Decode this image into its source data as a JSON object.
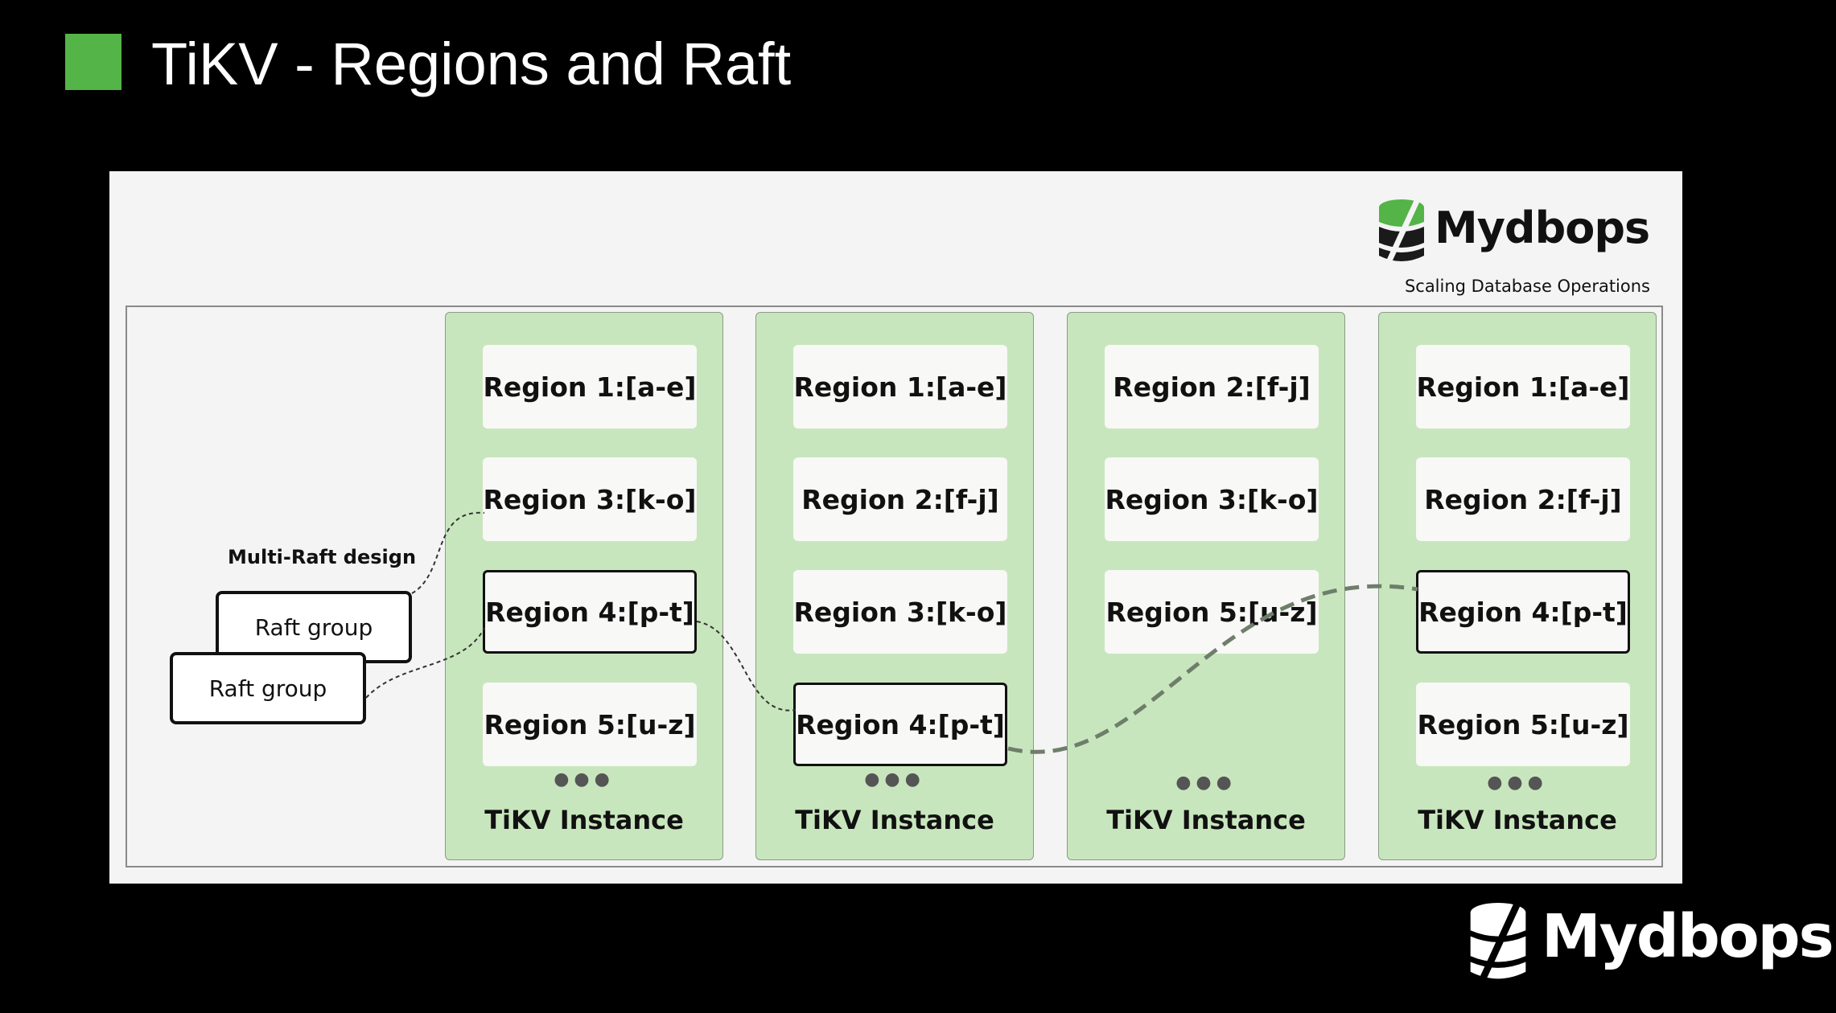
{
  "slide": {
    "title": "TiKV - Regions and Raft",
    "accent_color": "#54b447"
  },
  "diagram": {
    "logo": {
      "brand": "Mydbops",
      "tagline": "Scaling Database Operations",
      "icon": "mydbops-logo-icon"
    },
    "multi_raft_label": "Multi-Raft design",
    "raft_groups": [
      "Raft group",
      "Raft group"
    ],
    "instances": [
      {
        "label": "TiKV Instance",
        "regions": [
          {
            "label": "Region 1:[a-e]",
            "highlighted": false
          },
          {
            "label": "Region 3:[k-o]",
            "highlighted": false
          },
          {
            "label": "Region 4:[p-t]",
            "highlighted": true
          },
          {
            "label": "Region 5:[u-z]",
            "highlighted": false
          }
        ]
      },
      {
        "label": "TiKV Instance",
        "regions": [
          {
            "label": "Region 1:[a-e]",
            "highlighted": false
          },
          {
            "label": "Region 2:[f-j]",
            "highlighted": false
          },
          {
            "label": "Region 3:[k-o]",
            "highlighted": false
          },
          {
            "label": "Region 4:[p-t]",
            "highlighted": true
          }
        ]
      },
      {
        "label": "TiKV Instance",
        "regions": [
          {
            "label": "Region 2:[f-j]",
            "highlighted": false
          },
          {
            "label": "Region 3:[k-o]",
            "highlighted": false
          },
          {
            "label": "Region 5:[u-z]",
            "highlighted": false
          }
        ]
      },
      {
        "label": "TiKV Instance",
        "regions": [
          {
            "label": "Region 1:[a-e]",
            "highlighted": false
          },
          {
            "label": "Region 2:[f-j]",
            "highlighted": false
          },
          {
            "label": "Region 4:[p-t]",
            "highlighted": true
          },
          {
            "label": "Region 5:[u-z]",
            "highlighted": false
          }
        ]
      }
    ],
    "colors": {
      "panel_bg": "#f4f4f4",
      "instance_bg": "#c8e6bd",
      "connector": "#6e7e6a"
    }
  },
  "footer_logo": {
    "brand": "Mydbops",
    "icon": "mydbops-logo-icon"
  }
}
